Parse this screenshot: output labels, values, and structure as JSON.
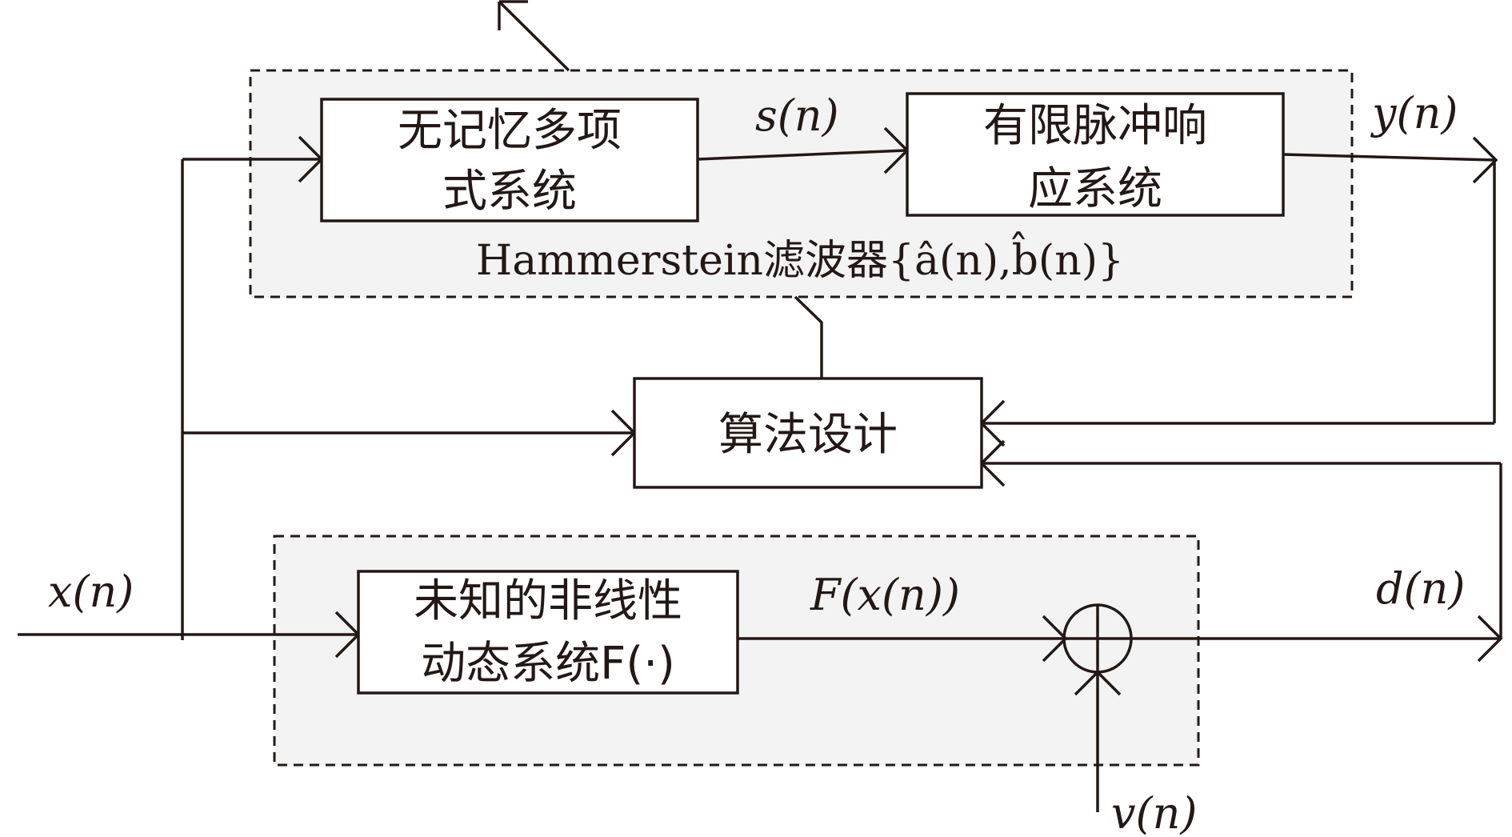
{
  "hammerstein_group": {
    "caption": "Hammerstein滤波器{â(n),b̂(n)}"
  },
  "poly_block": {
    "line1": "无记忆多项",
    "line2": "式系统"
  },
  "fir_block": {
    "line1": "有限脉冲响",
    "line2": "应系统"
  },
  "algo_block": {
    "label": "算法设计"
  },
  "plant_block": {
    "line1": "未知的非线性",
    "line2": "动态系统F(·)"
  },
  "signals": {
    "x": "x(n)",
    "s": "s(n)",
    "y": "y(n)",
    "Fx": "F(x(n))",
    "d": "d(n)",
    "v": "v(n)"
  }
}
